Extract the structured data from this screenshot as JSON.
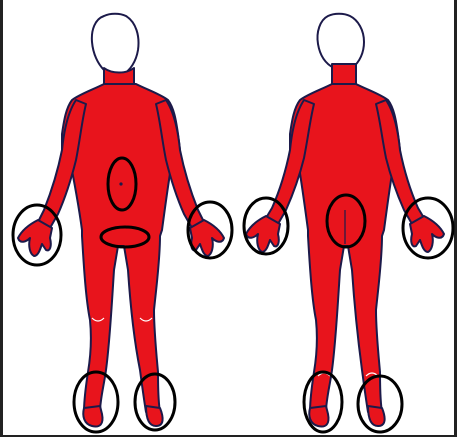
{
  "figure": {
    "colors": {
      "body_fill": "#e8141c",
      "body_outline": "#1c1a4a",
      "head_fill": "#ffffff",
      "marker_stroke": "#000000",
      "background": "#ffffff"
    },
    "views": [
      {
        "id": "front",
        "markers": [
          "abdomen",
          "groin",
          "right-hand",
          "left-hand",
          "right-foot",
          "left-foot"
        ]
      },
      {
        "id": "back",
        "markers": [
          "buttocks",
          "right-hand",
          "left-hand",
          "right-foot",
          "left-foot"
        ]
      }
    ]
  }
}
